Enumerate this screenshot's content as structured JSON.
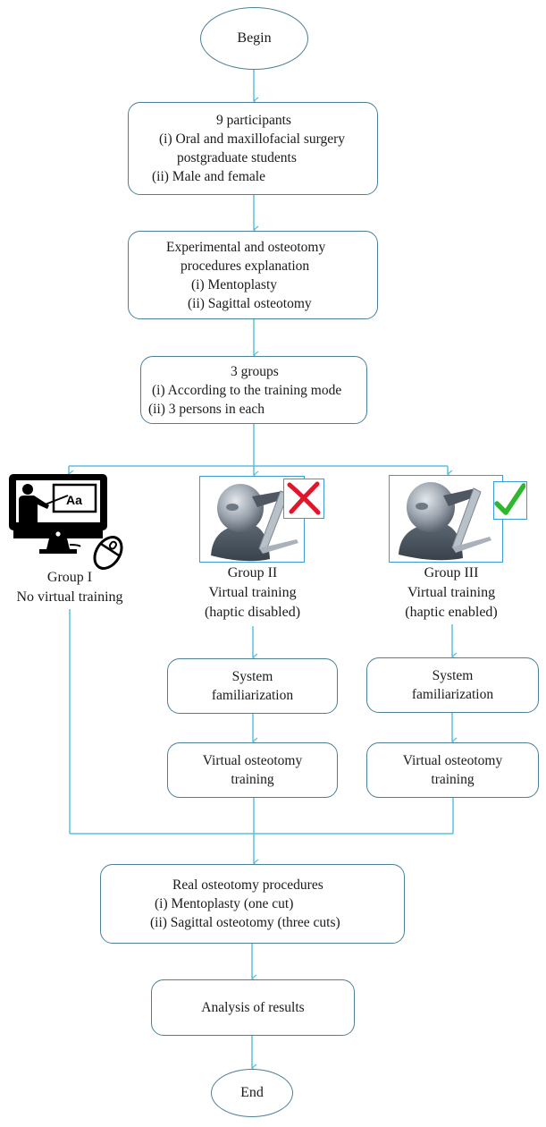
{
  "colors": {
    "connector": "#5bc0de",
    "node_border": "#4d7f96",
    "image_border": "#3c9bd6",
    "cross": "#e0162b",
    "check": "#2db82d"
  },
  "begin": {
    "label": "Begin"
  },
  "participants": {
    "title": "9 participants",
    "items": [
      "(i) Oral and maxillofacial surgery",
      "postgraduate students",
      "(ii) Male and female"
    ]
  },
  "explanation": {
    "title_line1": "Experimental and osteotomy",
    "title_line2": "procedures explanation",
    "items": [
      "(i) Mentoplasty",
      "(ii) Sagittal osteotomy"
    ]
  },
  "groups": {
    "title": "3 groups",
    "items": [
      "(i) According to the training mode",
      "(ii) 3 persons in each"
    ]
  },
  "group1": {
    "icon": "computer-teacher-icon",
    "monitor_text": "Aa",
    "name": "Group I",
    "desc": "No virtual training"
  },
  "group2": {
    "icon": "haptic-device-icon",
    "badge_icon": "cross-icon",
    "name": "Group II",
    "desc": "Virtual training",
    "mode": "(haptic disabled)",
    "steps": [
      {
        "line1": "System",
        "line2": "familiarization"
      },
      {
        "line1": "Virtual osteotomy",
        "line2": "training"
      }
    ]
  },
  "group3": {
    "icon": "haptic-device-icon",
    "badge_icon": "check-icon",
    "name": "Group III",
    "desc": "Virtual training",
    "mode": "(haptic enabled)",
    "steps": [
      {
        "line1": "System",
        "line2": "familiarization"
      },
      {
        "line1": "Virtual osteotomy",
        "line2": "training"
      }
    ]
  },
  "real": {
    "title": "Real osteotomy procedures",
    "items": [
      "(i) Mentoplasty (one cut)",
      "(ii) Sagittal osteotomy (three cuts)"
    ]
  },
  "analysis": {
    "label": "Analysis of results"
  },
  "end": {
    "label": "End"
  }
}
